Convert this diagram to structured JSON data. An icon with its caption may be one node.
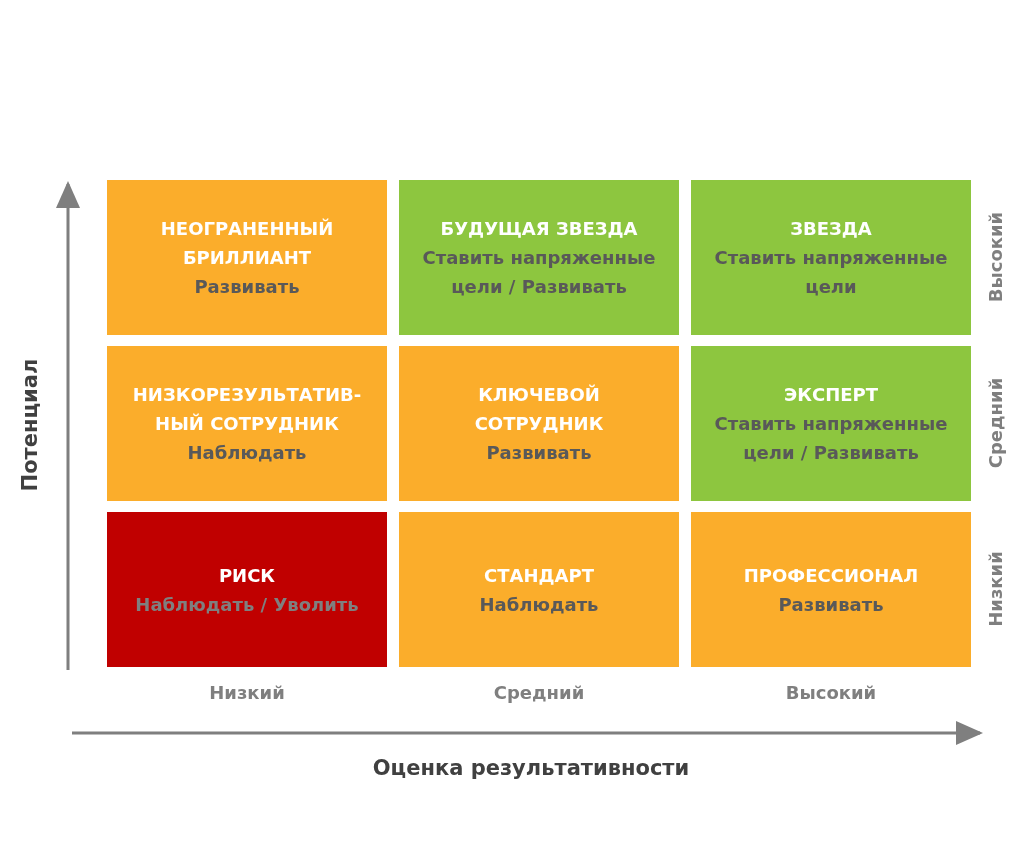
{
  "diagram": {
    "nodes": [
      {
        "text": [
          "НЕОГРАНЕННЫЙ БРИЛЛИАНТ",
          "Развивать"
        ]
      },
      {
        "text": [
          "БУДУЩАЯ ЗВЕЗДА",
          "Ставить напряженные цели / Развивать"
        ]
      },
      {
        "text": [
          "ЗВЕЗДА",
          "Ставить напряженные цели"
        ]
      },
      {
        "text": [
          "НИЗКОРЕЗУЛЬТАТИВ-НЫЙ СОТРУДНИК",
          "Наблюдать"
        ]
      },
      {
        "text": [
          "КЛЮЧЕВОЙ СОТРУДНИК",
          "Развивать"
        ]
      },
      {
        "text": [
          "ЭКСПЕРТ",
          "Ставить напряженные цели / Развивать"
        ]
      },
      {
        "text": [
          "РИСК",
          "Наблюдать / Уволить"
        ]
      },
      {
        "text": [
          "СТАНДАРТ",
          "Наблюдать"
        ]
      },
      {
        "text": [
          "ПРОФЕССИОНАЛ",
          "Развивать"
        ]
      }
    ],
    "edges": [],
    "labels": [
      "Потенциал",
      "Высокий",
      "Средний",
      "Низкий",
      "Низкий",
      "Средний",
      "Высокий",
      "Оценка результативности"
    ]
  }
}
